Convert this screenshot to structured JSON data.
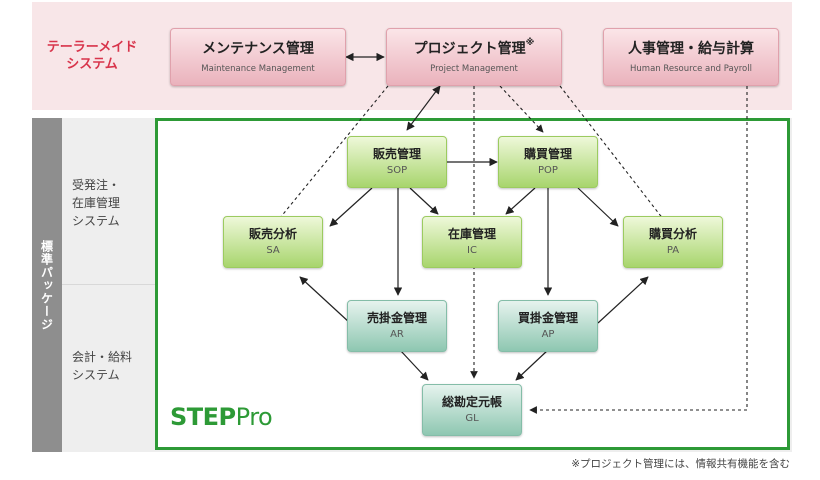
{
  "band": {
    "custom_label_1": "テーラーメイド",
    "custom_label_2": "システム",
    "standard_label": "標準パッケージ"
  },
  "sections": {
    "order_line1": "受発注・",
    "order_line2": "在庫管理",
    "order_line3": "システム",
    "acct_line1": "会計・給料",
    "acct_line2": "システム"
  },
  "modules": {
    "maintenance": {
      "title": "メンテナンス管理",
      "sub": "Maintenance Management"
    },
    "project": {
      "title": "プロジェクト管理",
      "mark": "※",
      "sub": "Project Management"
    },
    "hr": {
      "title": "人事管理・給与計算",
      "sub": "Human Resource and Payroll"
    },
    "sop": {
      "title": "販売管理",
      "sub": "SOP"
    },
    "pop": {
      "title": "購買管理",
      "sub": "POP"
    },
    "sa": {
      "title": "販売分析",
      "sub": "SA"
    },
    "ic": {
      "title": "在庫管理",
      "sub": "IC"
    },
    "pa": {
      "title": "購買分析",
      "sub": "PA"
    },
    "ar": {
      "title": "売掛金管理",
      "sub": "AR"
    },
    "ap": {
      "title": "買掛金管理",
      "sub": "AP"
    },
    "gl": {
      "title": "総勘定元帳",
      "sub": "GL"
    }
  },
  "logo": {
    "step": "STEP",
    "pro": "Pro"
  },
  "footnote": "※プロジェクト管理には、情報共有機能を含む",
  "colors": {
    "accent_green": "#2d9a36",
    "accent_red": "#d8344b"
  }
}
